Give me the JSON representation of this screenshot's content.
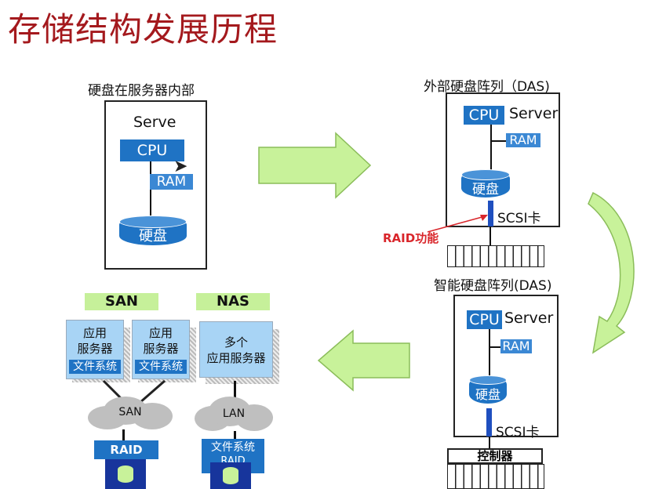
{
  "title": "存储结构发展历程",
  "internal": {
    "caption": "硬盘在服务器内部",
    "server_label": "Serve",
    "cpu": "CPU",
    "ram": "RAM",
    "disk": "硬盘"
  },
  "das": {
    "caption": "外部硬盘阵列（DAS)",
    "cpu": "CPU",
    "server_label": "Server",
    "ram": "RAM",
    "disk": "硬盘",
    "scsi": "SCSI卡",
    "raid_note": "RAID功能"
  },
  "smart_das": {
    "caption": "智能硬盘阵列(DAS)",
    "cpu": "CPU",
    "server_label": "Server",
    "ram": "RAM",
    "disk": "硬盘",
    "scsi": "SCSI卡",
    "controller": "控制器"
  },
  "san": {
    "tag": "SAN",
    "server1": [
      "应用",
      "服务器"
    ],
    "server2": [
      "应用",
      "服务器"
    ],
    "fs": "文件系统",
    "cloud": "SAN",
    "raid": "RAID"
  },
  "nas": {
    "tag": "NAS",
    "server": [
      "多个",
      "应用服务器"
    ],
    "cloud": "LAN",
    "fs": "文件系统",
    "raid": "RAID"
  },
  "colors": {
    "title": "#a4191d",
    "blue": "#1f73c4",
    "arrow_green": "#c8f29a",
    "tag_green": "#c6f09a",
    "raid_red": "#d9262b"
  }
}
